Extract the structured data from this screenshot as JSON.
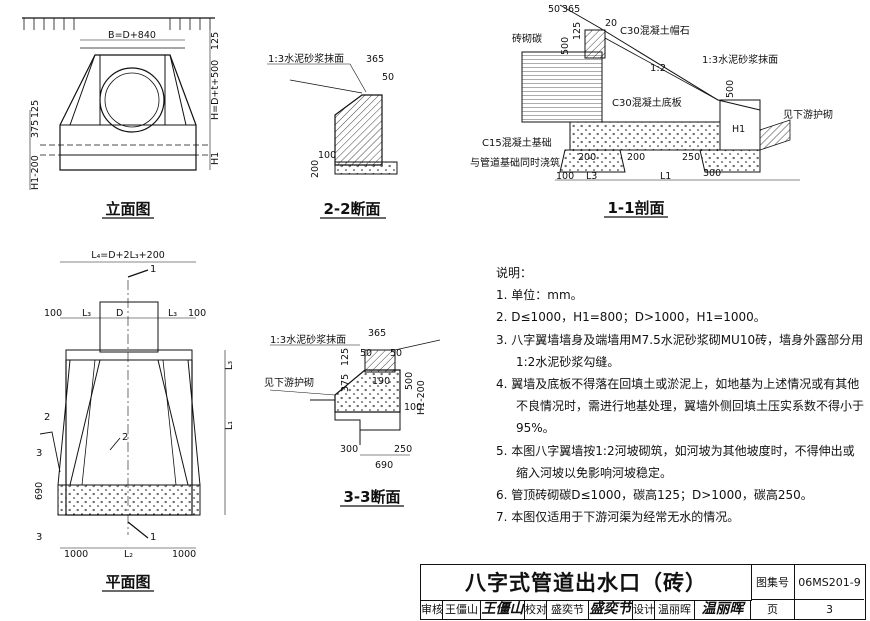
{
  "views": {
    "elevation": {
      "title": "立面图",
      "width_dim": "B=D+840",
      "dim_125": "125",
      "dim_height": "H=D+t+500",
      "dim_h1": "H1",
      "dim_375": "375",
      "dim_125b": "125",
      "dim_h1_200": "H1-200"
    },
    "section22": {
      "title": "2-2断面",
      "note_mortar": "1:3水泥砂浆抹面",
      "dim_365": "365",
      "dim_50": "50",
      "dim_100": "100",
      "dim_200": "200"
    },
    "section11": {
      "title": "1-1剖面",
      "dim_50": "50",
      "dim_365": "365",
      "dim_20": "20",
      "brick": "砖砌碳",
      "cap": "C30混凝土帽石",
      "mortar": "1:3水泥砂浆抹面",
      "slope": "1:2",
      "baseplate": "C30混凝土底板",
      "foundation": "C15混凝土基础",
      "same_pour": "与管道基础同时浇筑",
      "apron": "见下游护砌",
      "dim_500v": "500",
      "dim_125v": "125",
      "dim_500": "500",
      "dim_h1": "H1",
      "dim_200a": "200",
      "dim_200b": "200",
      "dim_250": "250",
      "dim_300": "300",
      "dim_100": "100",
      "l3": "L3",
      "l1": "L1"
    },
    "plan": {
      "title": "平面图",
      "width_dim": "L₄=D+2L₃+200",
      "mark_1": "1",
      "mark_2": "2",
      "mark_3": "3",
      "dim_100a": "100",
      "dim_100b": "100",
      "l3a": "L₃",
      "l3b": "L₃",
      "d": "D",
      "l3v": "L₃",
      "l1v": "L₁",
      "dim_690": "690",
      "dim_1000a": "1000",
      "dim_1000b": "1000",
      "l2": "L₂"
    },
    "section33": {
      "title": "3-3断面",
      "mortar": "1:3水泥砂浆抹面",
      "apron": "见下游护砌",
      "dim_365": "365",
      "dim_50a": "50",
      "dim_50b": "50",
      "dim_125": "125",
      "dim_375": "375",
      "dim_190": "190",
      "dim_500": "500",
      "dim_h1": "H1-200",
      "dim_100": "100",
      "dim_300": "300",
      "dim_250": "250",
      "dim_690": "690"
    }
  },
  "notes": {
    "heading": "说明：",
    "items": [
      "1. 单位：mm。",
      "2. D≤1000，H1=800；D>1000，H1=1000。",
      "3. 八字翼墙墙身及端墙用M7.5水泥砂浆砌MU10砖，墙身外露部分用1:2水泥砂浆勾缝。",
      "4. 翼墙及底板不得落在回填土或淤泥上，如地基为上述情况或有其他不良情况时，需进行地基处理，翼墙外侧回填土压实系数不得小于95%。",
      "5. 本图八字翼墙按1:2河坡砌筑，如河坡为其他坡度时，不得伸出或缩入河坡以免影响河坡稳定。",
      "6. 管顶砖砌碳D≤1000，碳高125；D>1000，碳高250。",
      "7. 本图仅适用于下游河渠为经常无水的情况。"
    ]
  },
  "title_block": {
    "title": "八字式管道出水口（砖）",
    "atlas_label": "图集号",
    "atlas_no": "06MS201-9",
    "review_label": "审核",
    "reviewer": "王僵山",
    "review_sig": "王僵山",
    "check_label": "校对",
    "checker": "盛奕节",
    "check_sig": "盛奕节",
    "design_label": "设计",
    "designer": "温丽晖",
    "design_sig": "温丽晖",
    "page_label": "页",
    "page_no": "3"
  }
}
